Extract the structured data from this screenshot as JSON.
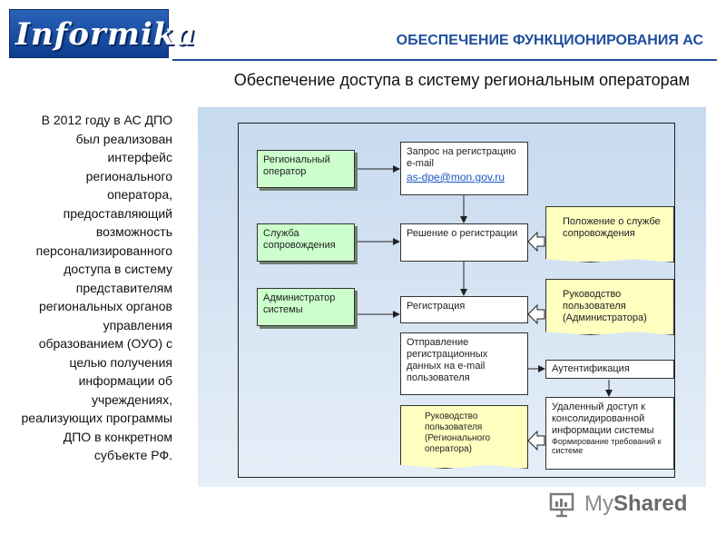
{
  "logo": "Informika",
  "header": {
    "title": "ОБЕСПЕЧЕНИЕ ФУНКЦИОНИРОВАНИЯ АС",
    "subtitle": "Обеспечение доступа в систему региональным операторам"
  },
  "left_text": "В 2012 году в АС ДПО был реализован интерфейс регионального оператора, предоставляющий возможность персонализированного доступа в систему представителям региональных органов управления образованием (ОУО) с целью получения информации об учреждениях, реализующих программы ДПО в конкретном субъекте РФ.",
  "diagram": {
    "actors": {
      "regional_operator": "Региональный оператор",
      "support_service": "Служба сопровождения",
      "admin": "Администратор системы"
    },
    "steps": {
      "request": "Запрос на регистрацию e-mail",
      "request_email": "as-dpe@mon.gov.ru",
      "decision": "Решение о регистрации",
      "registration": "Регистрация",
      "send_data": "Отправление регистрационных данных на e-mail пользователя",
      "authentication": "Аутентификация",
      "remote_access": "Удаленный доступ к консолидированной информации системы",
      "requirements": "Формирование требований к системе"
    },
    "documents": {
      "support_regulation": "Положение о службе сопровождения",
      "admin_guide": "Руководство пользователя (Администратора)",
      "operator_guide": "Руководство пользователя (Регионального оператора)"
    },
    "colors": {
      "actor_fill": "#ccffcc",
      "document_fill": "#ffffc0",
      "panel_fill": "#d5e3f2",
      "header_blue": "#1f4e9e"
    }
  },
  "brand": {
    "prefix": "My",
    "suffix": "Shared"
  }
}
